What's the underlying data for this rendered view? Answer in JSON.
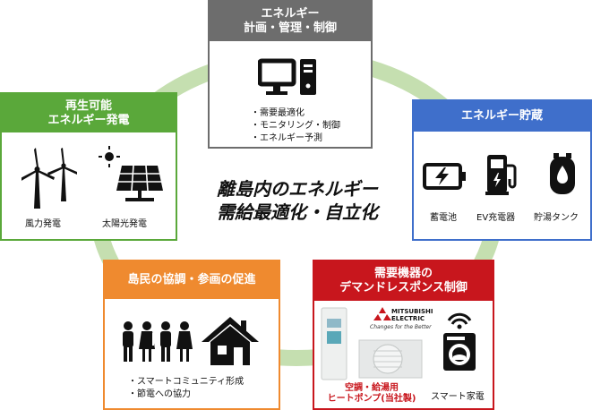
{
  "center": {
    "line1": "離島内のエネルギー",
    "line2": "需給最適化・自立化"
  },
  "mgmt": {
    "title1": "エネルギー",
    "title2": "計画・管理・制御",
    "bullets": [
      "需要最適化",
      "モニタリング・制御",
      "エネルギー予測"
    ],
    "color": "#6d6d6d"
  },
  "renewable": {
    "title1": "再生可能",
    "title2": "エネルギー発電",
    "items": [
      "風力発電",
      "太陽光発電"
    ],
    "color": "#5aa83a"
  },
  "storage": {
    "title": "エネルギー貯蔵",
    "items": [
      "蓄電池",
      "EV充電器",
      "貯湯タンク"
    ],
    "color": "#3f6fcb"
  },
  "community": {
    "title": "島民の協調・参画の促進",
    "bullets": [
      "スマートコミュニティ形成",
      "節電への協力"
    ],
    "color": "#ef8a2f"
  },
  "demand": {
    "title1": "需要機器の",
    "title2": "デマンドレスポンス制御",
    "brand": "MITSUBISHI ELECTRIC",
    "brand_tagline": "Changes for the Better",
    "heatpump1": "空調・給湯用",
    "heatpump2": "ヒートポンプ(当社製)",
    "appliance": "スマート家電",
    "color": "#c8161d"
  },
  "ring_color": "#c5dfb0"
}
